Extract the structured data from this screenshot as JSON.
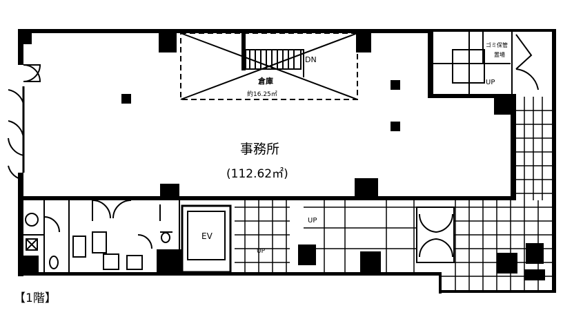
{
  "plan": {
    "office_name": "事務所",
    "office_area": "(112.62㎡)",
    "storage_name": "倉庫",
    "storage_area": "約16.25㎡",
    "stair_dn": "DN",
    "stair_up_right": "UP",
    "trash_label_1": "ゴミ保管",
    "trash_label_2": "置場",
    "elevator": "EV",
    "stair_up_lower": "UP",
    "stair_up_lower_2": "UP",
    "floor_label": "【1階】"
  },
  "colors": {
    "line": "#000000",
    "background": "#ffffff"
  }
}
